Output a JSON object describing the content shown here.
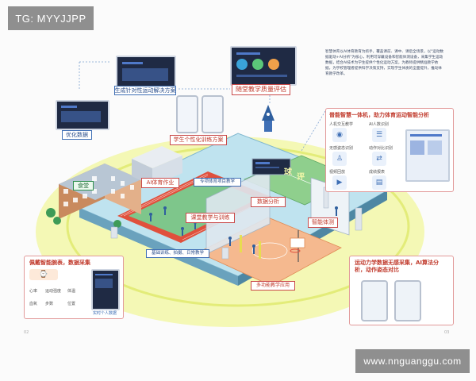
{
  "watermark_top": "TG: MYYJJPP",
  "watermark_bottom": "www.nnguanggu.com",
  "labels": {
    "solution": "生成针对性运动解决方案",
    "quality_eval": "随堂教学质量评估",
    "optimize_data": "优化数据",
    "personal_training": "学生个性化训练方案",
    "ai_homework": "AI体育作业",
    "classroom": "课堂教学与训练",
    "data_analysis": "数据分析",
    "smart_test": "智能体测",
    "canteen": "食堂",
    "expert_guide": "专项体育项目教学",
    "basic_training": "基础训练、拍摄、日常教学",
    "multi_teaching": "多功能教学应用",
    "ball": "球",
    "review": "评"
  },
  "intro_text": "智慧体育以AI体育教育为抓手，覆盖课前、课中、课后全场景，以\"运动数据驱动+AI分析\"为核心，利用可穿戴设备和智能体测设备，采集学生运动数据，结合AI技术为学生提供个性化运动方案，为教师提供精准教学依据，为学校管理者提供科学决策支持，实现学生体质的全面提升，推动体育教学改革。",
  "panels": {
    "ai_analysis": {
      "title": "普能智慧一体机，助力体育运动智能分析",
      "items": [
        "人机交互教学",
        "AI人数识别",
        "无感姿态识别",
        "动作对比识别",
        "视频回放",
        "成绩报表"
      ]
    },
    "wearable": {
      "title": "佩戴智能腕表，数据采集",
      "items": [
        "心率",
        "运动强度",
        "体温",
        "血氧",
        "步数",
        "位置"
      ],
      "footer": "实时个人数据"
    },
    "motion": {
      "title": "运动力学数据无感采集，AI算法分析，动作姿态对比"
    }
  },
  "page_numbers": {
    "left": "02",
    "right": "03"
  },
  "colors": {
    "accent_red": "#c0392b",
    "track": "#e0503c",
    "field": "#7ec68b",
    "court": "#f5b98f",
    "platform": "#bfe3ef"
  }
}
